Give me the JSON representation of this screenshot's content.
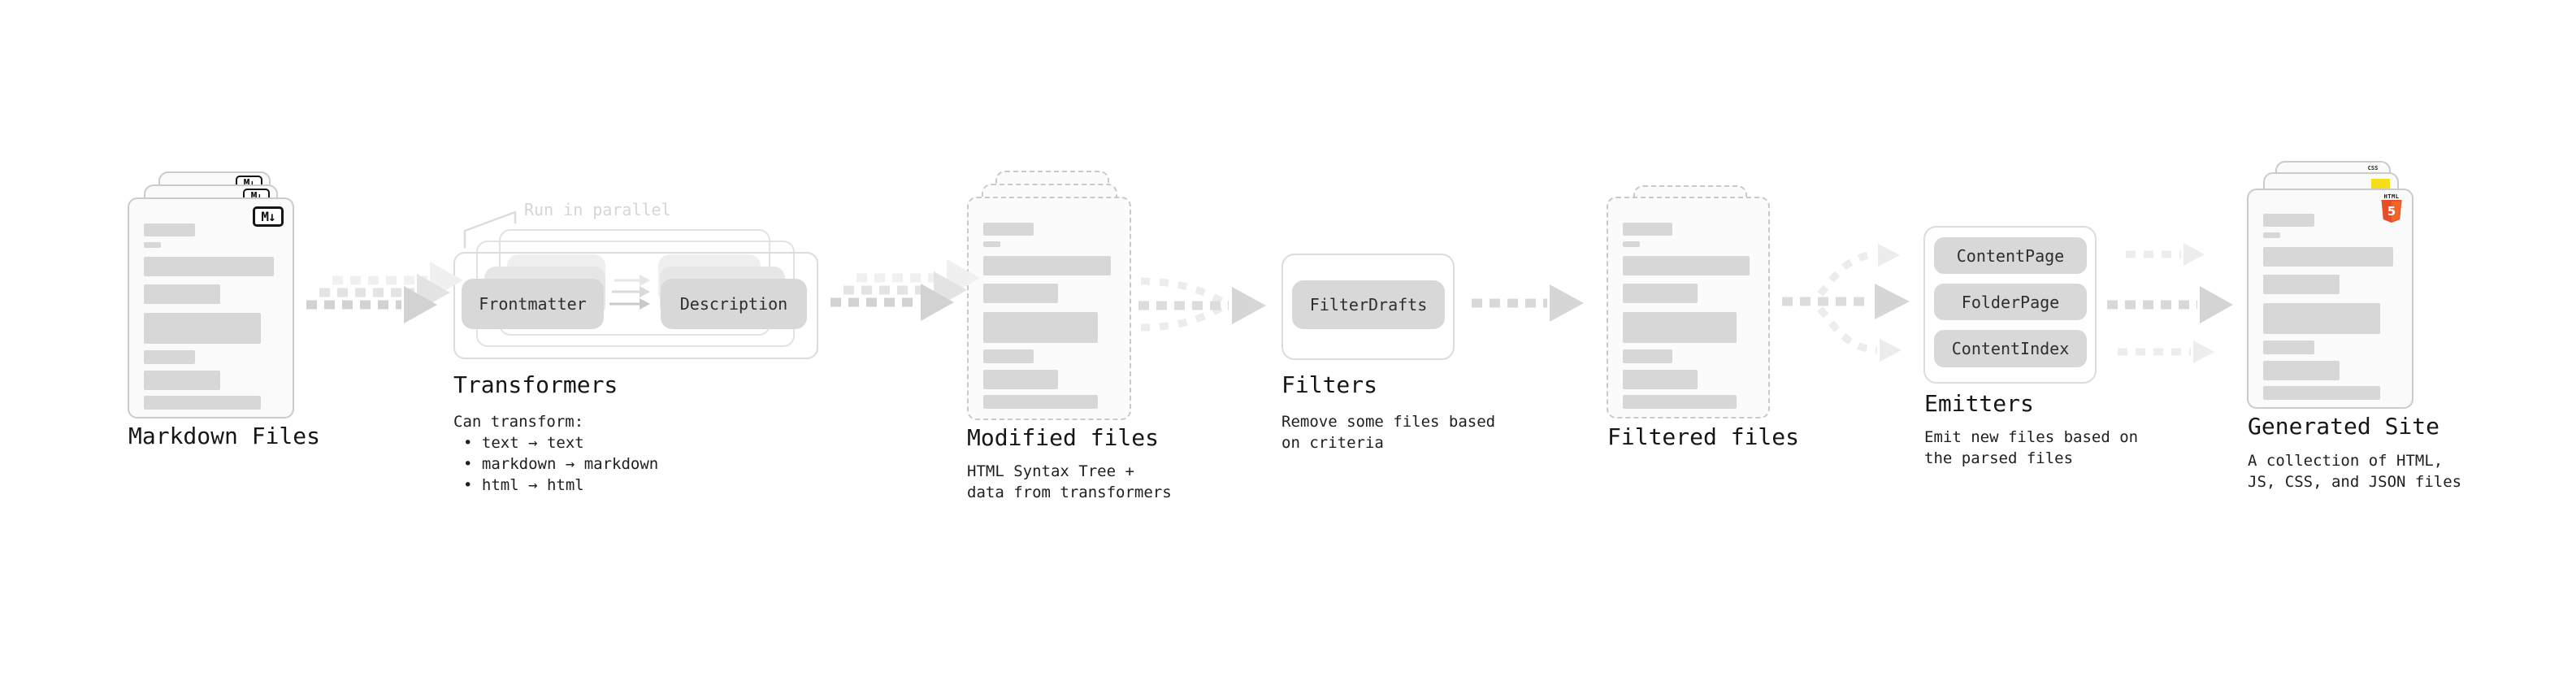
{
  "stages": {
    "markdown_files": {
      "label": "Markdown Files",
      "file_icon": "M↓"
    },
    "transformers": {
      "callout": "Run in parallel",
      "pill_left": "Frontmatter",
      "pill_right": "Description",
      "title": "Transformers",
      "subtitle": "Can transform:",
      "bullets": [
        "• text → text",
        "• markdown → markdown",
        "• html → html"
      ]
    },
    "modified_files": {
      "label": "Modified files",
      "subtitle": "HTML Syntax Tree +\ndata from transformers"
    },
    "filters": {
      "title": "Filters",
      "pill": "FilterDrafts",
      "subtitle": "Remove some files based\non criteria"
    },
    "filtered_files": {
      "label": "Filtered files"
    },
    "emitters": {
      "title": "Emitters",
      "pills": [
        "ContentPage",
        "FolderPage",
        "ContentIndex"
      ],
      "subtitle": "Emit new files based on\nthe parsed files"
    },
    "generated_site": {
      "label": "Generated Site",
      "subtitle": "A collection of HTML,\nJS, CSS, and JSON files",
      "badges": {
        "html_label": "HTML",
        "html_number": "5",
        "css_label": "CSS"
      }
    }
  },
  "colors": {
    "html5_orange": "#e44d26",
    "js_yellow": "#f5de19",
    "css_blue": "#2c65f1",
    "pill_gray": "#d8d8d8",
    "arrow_gray": "#d2d2d2",
    "text": "#161616"
  }
}
